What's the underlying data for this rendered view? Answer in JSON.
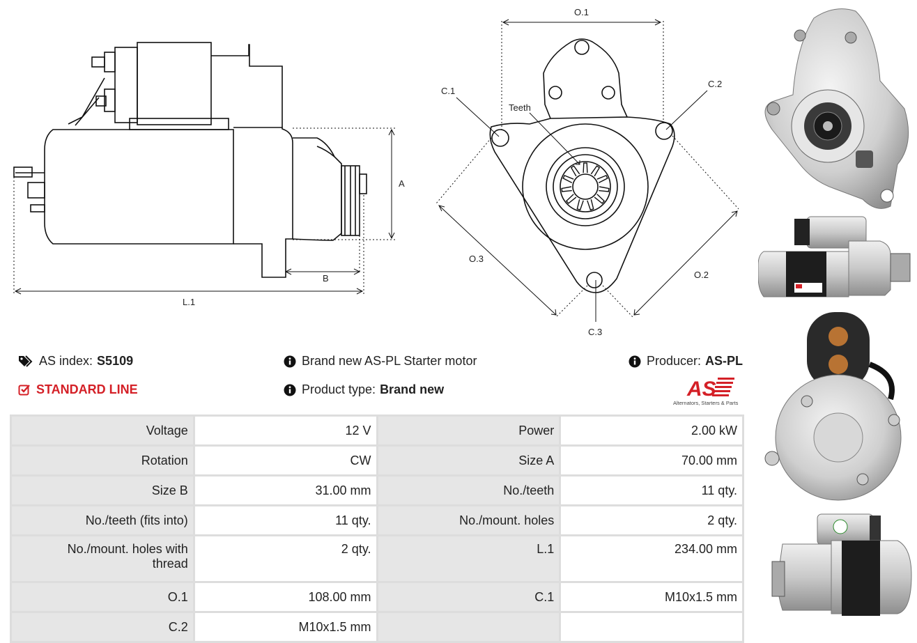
{
  "drawing": {
    "side_labels": {
      "a": "A",
      "b": "B",
      "l1": "L.1"
    },
    "front_labels": {
      "o1": "O.1",
      "o2": "O.2",
      "o3": "O.3",
      "c1": "C.1",
      "c2": "C.2",
      "c3": "C.3",
      "teeth": "Teeth"
    }
  },
  "info": {
    "as_index_label": "AS index:",
    "as_index_value": "S5109",
    "standard_line": "STANDARD LINE",
    "description": "Brand new AS-PL Starter motor",
    "product_type_label": "Product type:",
    "product_type_value": "Brand new",
    "producer_label": "Producer:",
    "producer_value": "AS-PL",
    "logo_text": "AS",
    "logo_tagline": "Alternators, Starters & Parts",
    "brand_color": "#d42027"
  },
  "specs": [
    {
      "l1": "Voltage",
      "v1": "12 V",
      "l2": "Power",
      "v2": "2.00 kW"
    },
    {
      "l1": "Rotation",
      "v1": "CW",
      "l2": "Size A",
      "v2": "70.00 mm"
    },
    {
      "l1": "Size B",
      "v1": "31.00 mm",
      "l2": "No./teeth",
      "v2": "11 qty."
    },
    {
      "l1": "No./teeth (fits into)",
      "v1": "11 qty.",
      "l2": "No./mount. holes",
      "v2": "2 qty."
    },
    {
      "l1": "No./mount. holes with thread",
      "v1": "2 qty.",
      "l2": "L.1",
      "v2": "234.00 mm"
    },
    {
      "l1": "O.1",
      "v1": "108.00 mm",
      "l2": "C.1",
      "v2": "M10x1.5 mm"
    },
    {
      "l1": "C.2",
      "v1": "M10x1.5 mm",
      "l2": "",
      "v2": ""
    }
  ]
}
